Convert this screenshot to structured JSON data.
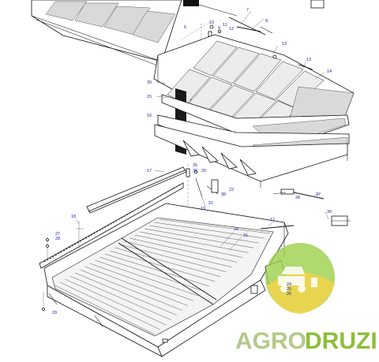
{
  "callouts": [
    {
      "id": "c1",
      "text": "7"
    },
    {
      "id": "c2",
      "text": "8"
    },
    {
      "id": "c3",
      "text": "10"
    },
    {
      "id": "c4",
      "text": "9"
    },
    {
      "id": "c5",
      "text": "11"
    },
    {
      "id": "c6",
      "text": "12"
    },
    {
      "id": "c7",
      "text": "6"
    },
    {
      "id": "c8",
      "text": "13"
    },
    {
      "id": "c9",
      "text": "13"
    },
    {
      "id": "c10",
      "text": "14"
    },
    {
      "id": "c11",
      "text": "39"
    },
    {
      "id": "c12",
      "text": "15"
    },
    {
      "id": "c13",
      "text": "16"
    },
    {
      "id": "c14",
      "text": "17"
    },
    {
      "id": "c15",
      "text": "35"
    },
    {
      "id": "c16",
      "text": "36"
    },
    {
      "id": "c17",
      "text": "20"
    },
    {
      "id": "c18",
      "text": "21"
    },
    {
      "id": "c19",
      "text": "19"
    },
    {
      "id": "c20",
      "text": "22"
    },
    {
      "id": "c21",
      "text": "38"
    },
    {
      "id": "c22",
      "text": "28"
    },
    {
      "id": "c23",
      "text": "37"
    },
    {
      "id": "c24",
      "text": "30"
    },
    {
      "id": "c25",
      "text": "18"
    },
    {
      "id": "c26",
      "text": "17"
    },
    {
      "id": "c27",
      "text": "23"
    },
    {
      "id": "c28",
      "text": "31"
    },
    {
      "id": "c29",
      "text": "27"
    },
    {
      "id": "c30",
      "text": "28"
    },
    {
      "id": "c31",
      "text": "24"
    },
    {
      "id": "c32",
      "text": "25"
    },
    {
      "id": "c33",
      "text": "26"
    },
    {
      "id": "c34",
      "text": "29"
    }
  ],
  "watermark": {
    "agro": "AGRO",
    "druzi": "DRUZI",
    "agro_color": "#b5c98a",
    "druzi_color": "#8bbf3a",
    "logo_green": "#9ccf4a",
    "logo_yellow": "#f2d24a"
  }
}
